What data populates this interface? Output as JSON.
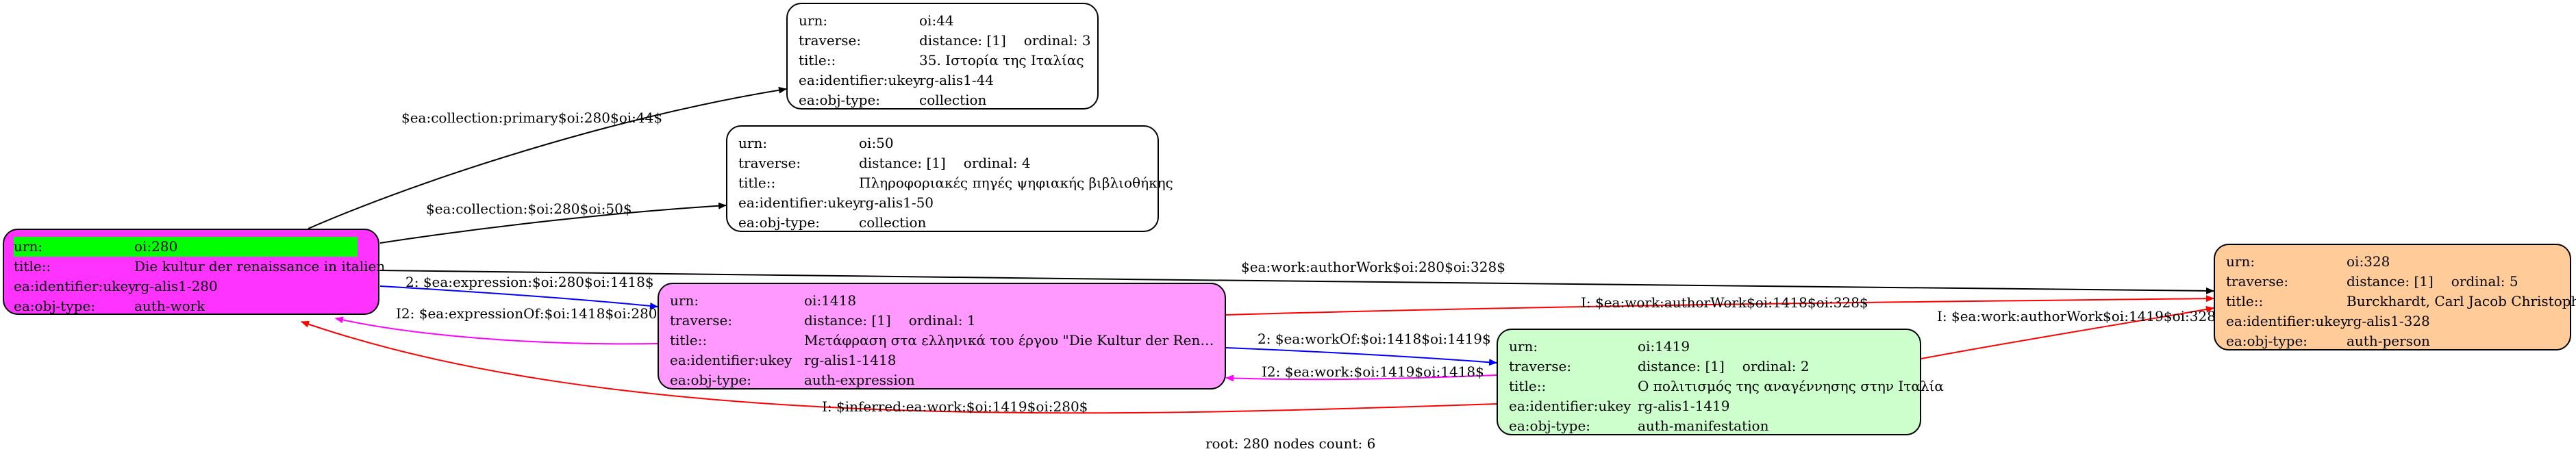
{
  "nodes": {
    "n280": {
      "fill": "#ff33ff",
      "rows": [
        {
          "key": "urn:",
          "value": "oi:280"
        },
        {
          "key": "title::",
          "value": "Die kultur der renaissance in italien"
        },
        {
          "key": "ea:identifier:ukey",
          "value": "rg-alis1-280"
        },
        {
          "key": "ea:obj-type:",
          "value": "auth-work"
        }
      ]
    },
    "n44": {
      "fill": "#ffffff",
      "rows": [
        {
          "key": "urn:",
          "value": "oi:44"
        },
        {
          "key": "traverse:",
          "value": "distance: [1]",
          "extra": "ordinal: 3"
        },
        {
          "key": "title::",
          "value": "35. Ιστορία της Ιταλίας"
        },
        {
          "key": "ea:identifier:ukey",
          "value": "rg-alis1-44"
        },
        {
          "key": "ea:obj-type:",
          "value": "collection"
        }
      ]
    },
    "n50": {
      "fill": "#ffffff",
      "rows": [
        {
          "key": "urn:",
          "value": "oi:50"
        },
        {
          "key": "traverse:",
          "value": "distance: [1]",
          "extra": "ordinal: 4"
        },
        {
          "key": "title::",
          "value": "Πληροφοριακές πηγές ψηφιακής βιβλιοθήκης"
        },
        {
          "key": "ea:identifier:ukey",
          "value": "rg-alis1-50"
        },
        {
          "key": "ea:obj-type:",
          "value": "collection"
        }
      ]
    },
    "n1418": {
      "fill": "#ff99ff",
      "rows": [
        {
          "key": "urn:",
          "value": "oi:1418"
        },
        {
          "key": "traverse:",
          "value": "distance: [1]",
          "extra": "ordinal: 1"
        },
        {
          "key": "title::",
          "value": "Μετάφραση στα ελληνικά του έργου \"Die Kultur der Renaissan..."
        },
        {
          "key": "ea:identifier:ukey",
          "value": "rg-alis1-1418"
        },
        {
          "key": "ea:obj-type:",
          "value": "auth-expression"
        }
      ]
    },
    "n1419": {
      "fill": "#ccffcc",
      "rows": [
        {
          "key": "urn:",
          "value": "oi:1419"
        },
        {
          "key": "traverse:",
          "value": "distance: [1]",
          "extra": "ordinal: 2"
        },
        {
          "key": "title::",
          "value": "Ο πολιτισμός της αναγέννησης στην Ιταλία"
        },
        {
          "key": "ea:identifier:ukey",
          "value": "rg-alis1-1419"
        },
        {
          "key": "ea:obj-type:",
          "value": "auth-manifestation"
        }
      ]
    },
    "n328": {
      "fill": "#ffcc99",
      "rows": [
        {
          "key": "urn:",
          "value": "oi:328"
        },
        {
          "key": "traverse:",
          "value": "distance: [1]",
          "extra": "ordinal: 5"
        },
        {
          "key": "title::",
          "value": "Burckhardt, Carl Jacob Christoph"
        },
        {
          "key": "ea:identifier:ukey",
          "value": "rg-alis1-328"
        },
        {
          "key": "ea:obj-type:",
          "value": "auth-person"
        }
      ]
    }
  },
  "edges": [
    {
      "id": "e-280-44",
      "label": "$ea:collection:primary$oi:280$oi:44$",
      "color": "#000000"
    },
    {
      "id": "e-280-50",
      "label": "$ea:collection:$oi:280$oi:50$",
      "color": "#000000"
    },
    {
      "id": "e-280-328",
      "label": "$ea:work:authorWork$oi:280$oi:328$",
      "color": "#000000"
    },
    {
      "id": "e-280-1418",
      "label": "2: $ea:expression:$oi:280$oi:1418$",
      "color": "#0000ff"
    },
    {
      "id": "e-1418-280",
      "label": "I2: $ea:expressionOf:$oi:1418$oi:280$",
      "color": "#ff00ff"
    },
    {
      "id": "e-1418-328",
      "label": "I: $ea:work:authorWork$oi:1418$oi:328$",
      "color": "#ff0000"
    },
    {
      "id": "e-1418-1419",
      "label": "2: $ea:workOf:$oi:1418$oi:1419$",
      "color": "#0000ff"
    },
    {
      "id": "e-1419-1418",
      "label": "I2: $ea:work:$oi:1419$oi:1418$",
      "color": "#ff00ff"
    },
    {
      "id": "e-1419-328",
      "label": "I: $ea:work:authorWork$oi:1419$oi:328$",
      "color": "#ff0000"
    },
    {
      "id": "e-1419-280",
      "label": "I: $inferred:ea:work:$oi:1419$oi:280$",
      "color": "#ff0000"
    }
  ],
  "highlight_color": "#00ff00",
  "footer": "root: 280 nodes count: 6"
}
